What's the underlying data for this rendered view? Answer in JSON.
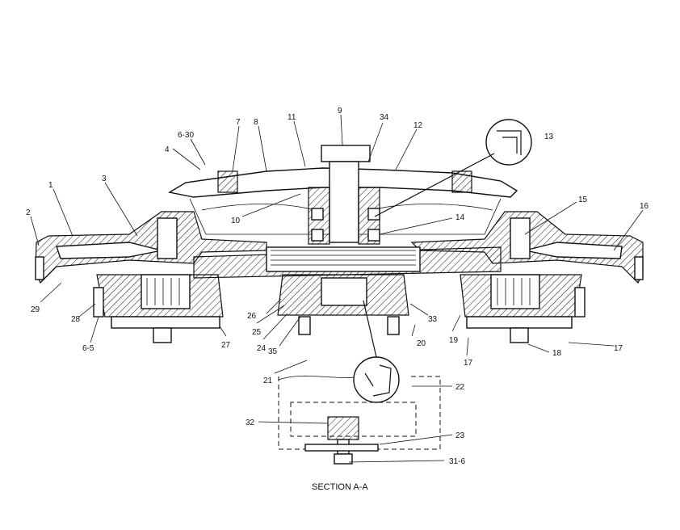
{
  "caption": "SECTION A-A",
  "callouts": {
    "c1": "1",
    "c2": "2",
    "c3": "3",
    "c4": "4",
    "c6_30": "6-30",
    "c7": "7",
    "c8": "8",
    "c9": "9",
    "c10": "10",
    "c11": "11",
    "c12": "12",
    "c13": "13",
    "c14": "14",
    "c15": "15",
    "c16": "16",
    "c17a": "17",
    "c17b": "17",
    "c18": "18",
    "c19": "19",
    "c20": "20",
    "c21": "21",
    "c22": "22",
    "c23": "23",
    "c24": "24",
    "c25": "25",
    "c26": "26",
    "c27": "27",
    "c28": "28",
    "c29": "29",
    "c31_6": "31-6",
    "c32": "32",
    "c33": "33",
    "c34": "34",
    "c35": "35",
    "c6_5": "6-5"
  }
}
